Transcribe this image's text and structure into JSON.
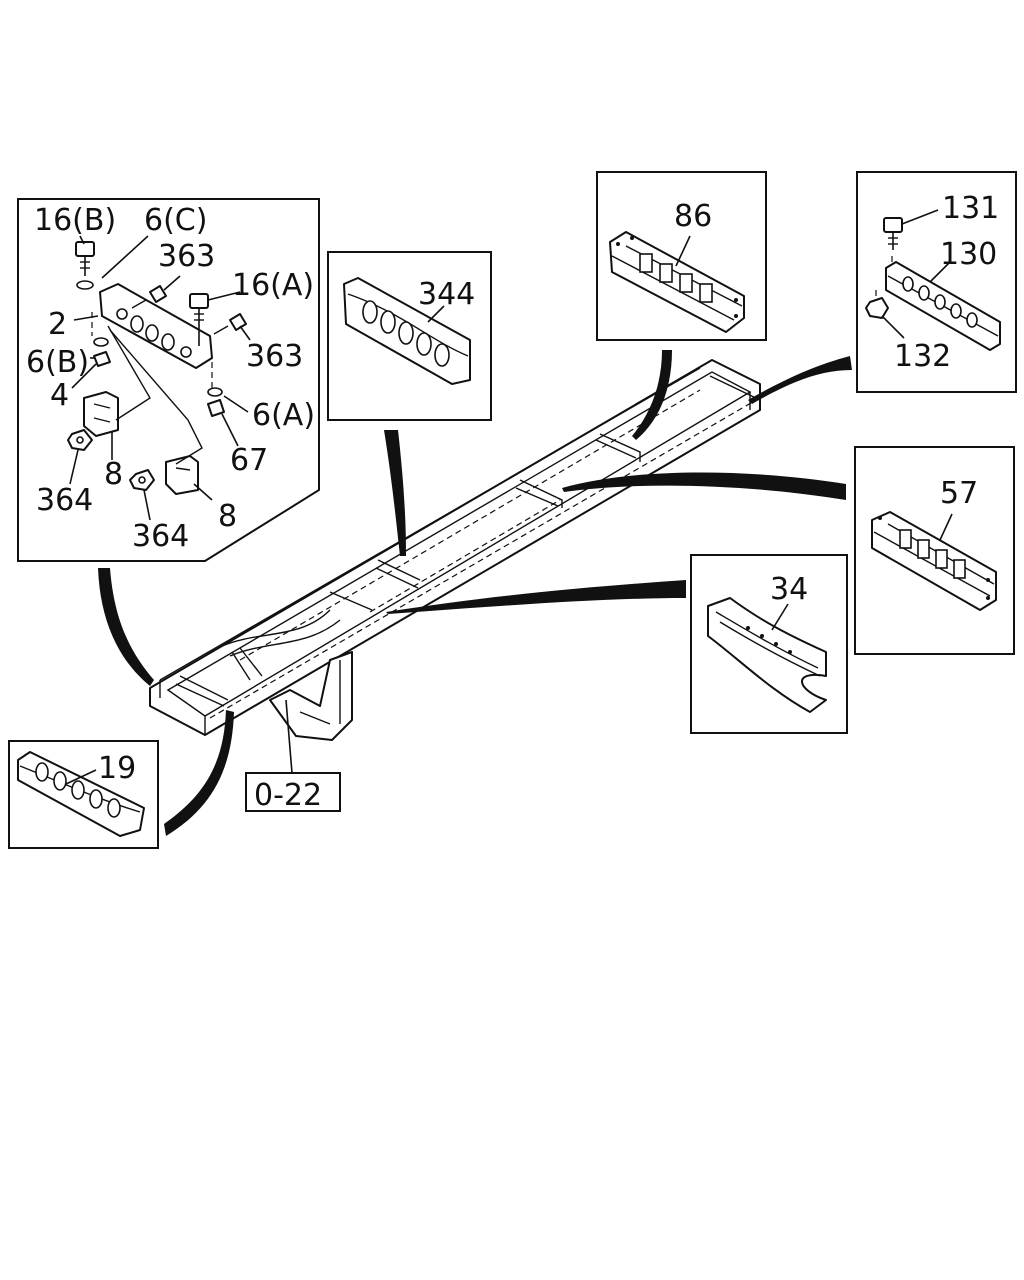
{
  "callouts": {
    "c16b": "16(B)",
    "c6c": "6(C)",
    "c363a": "363",
    "c16a": "16(A)",
    "c2": "2",
    "c363b": "363",
    "c6b": "6(B)",
    "c4": "4",
    "c6a": "6(A)",
    "c8a": "8",
    "c67": "67",
    "c364a": "364",
    "c364b": "364",
    "c8b": "8",
    "c344": "344",
    "c86": "86",
    "c131": "131",
    "c130": "130",
    "c132": "132",
    "c57": "57",
    "c34": "34",
    "c19": "19",
    "c022": "0-22"
  }
}
